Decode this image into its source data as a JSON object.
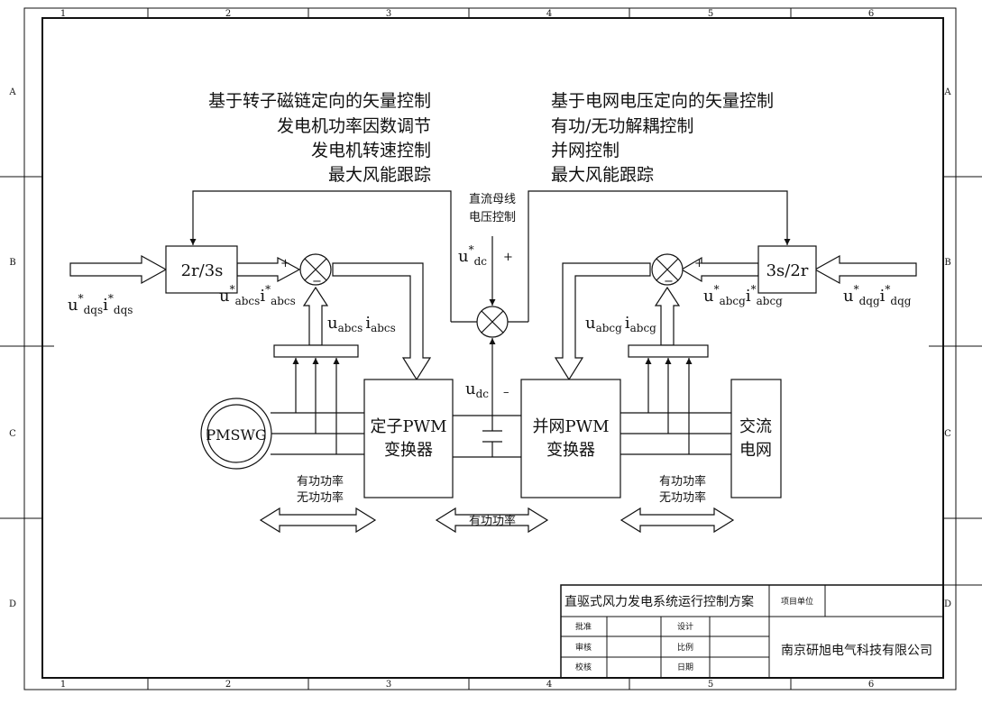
{
  "frame": {
    "columns": [
      "1",
      "2",
      "3",
      "4",
      "5",
      "6"
    ],
    "rows": [
      "A",
      "B",
      "C",
      "D"
    ]
  },
  "headings": {
    "left": [
      "基于转子磁链定向的矢量控制",
      "发电机功率因数调节",
      "发电机转速控制",
      "最大风能跟踪"
    ],
    "right": [
      "基于电网电压定向的矢量控制",
      "有功/无功解耦控制",
      "并网控制",
      "最大风能跟踪"
    ]
  },
  "dc_control": [
    "直流母线",
    "电压控制"
  ],
  "blocks": {
    "transform_left": "2r/3s",
    "transform_right": "3s/2r",
    "generator": "PMSWG",
    "stator_converter": [
      "定子PWM",
      "变换器"
    ],
    "grid_converter": [
      "并网PWM",
      "变换器"
    ],
    "ac_grid": [
      "交流",
      "电网"
    ]
  },
  "signals": {
    "u": "u",
    "i": "i",
    "star": "*",
    "dqs": "dqs",
    "abcs": "abcs",
    "abcg": "abcg",
    "dqg": "dqg",
    "dc": "dc",
    "plus": "+",
    "minus": "−",
    "minus_dc": "–"
  },
  "power_labels": {
    "active": "有功功率",
    "reactive": "无功功率",
    "middle": "有功功率"
  },
  "title_block": {
    "title": "直驱式风力发电系统运行控制方案",
    "project_unit": "项目单位",
    "approve": "批准",
    "review": "审核",
    "check": "校核",
    "design": "设计",
    "scale": "比例",
    "date": "日期",
    "company": "南京研旭电气科技有限公司"
  }
}
